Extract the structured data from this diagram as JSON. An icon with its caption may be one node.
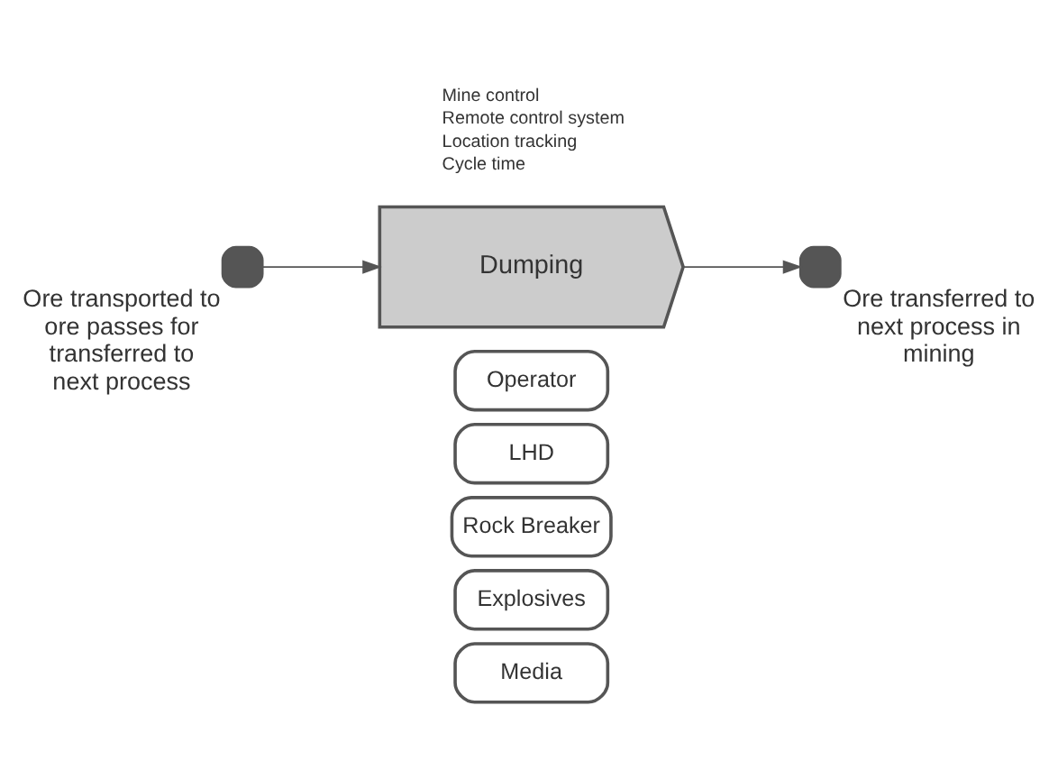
{
  "diagram": {
    "nodes": [
      {
        "text": [],
        "shape": "box",
        "beside": [
          "Ore transported to ore passes for transferred to next process"
        ]
      },
      {
        "text": [
          "Dumping"
        ]
      },
      {
        "text": [],
        "shape": "box",
        "beside": [
          "Ore transferred to next process in mining"
        ]
      },
      {
        "text": [
          "Operator"
        ]
      },
      {
        "text": [
          "LHD"
        ]
      },
      {
        "text": [
          "Rock Breaker"
        ]
      },
      {
        "text": [
          "Explosives"
        ]
      },
      {
        "text": [
          "Media"
        ]
      }
    ],
    "edges": [
      {
        "from": 0,
        "to": 1,
        "arrow": "to"
      },
      {
        "from": 1,
        "to": 2,
        "arrow": "to"
      }
    ],
    "labels": [
      "Mine control",
      "Remote control system",
      "Location tracking",
      "Cycle time"
    ]
  }
}
